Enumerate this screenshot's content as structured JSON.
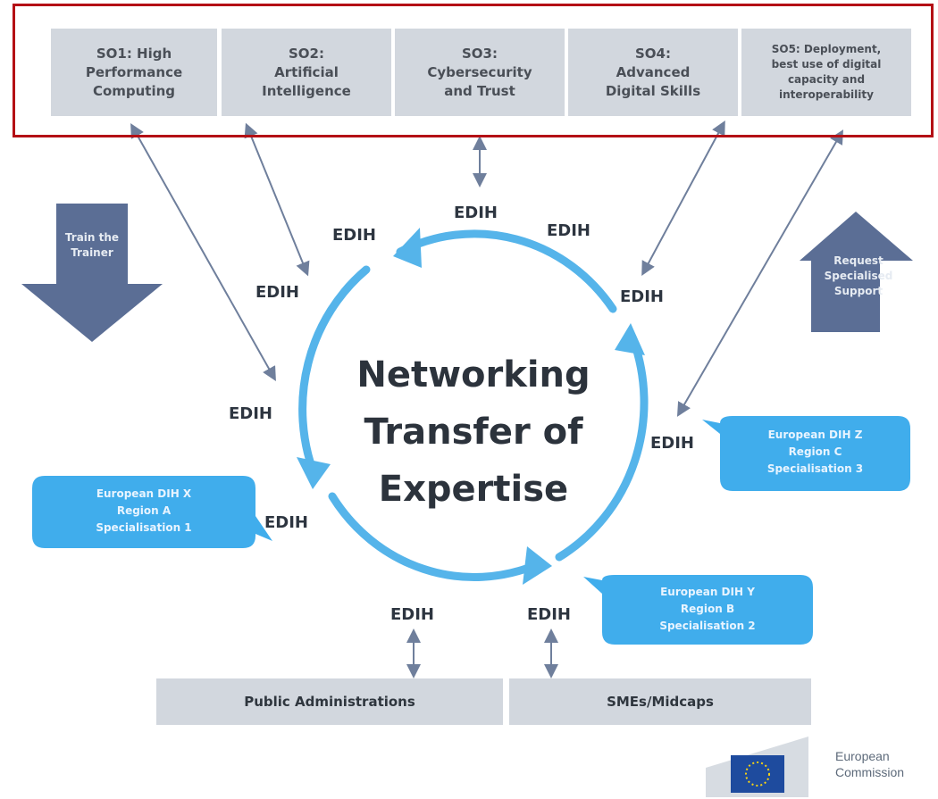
{
  "objectives": [
    {
      "label": "SO1: High\nPerformance\nComputing"
    },
    {
      "label": "SO2:\nArtificial\nIntelligence"
    },
    {
      "label": "SO3:\nCybersecurity\nand Trust"
    },
    {
      "label": "SO4:\nAdvanced\nDigital Skills"
    },
    {
      "label": "SO5: Deployment,\nbest use of digital\ncapacity and\ninteroperability"
    }
  ],
  "hub_label": "EDIH",
  "center_text": "Networking\nTransfer of\nExpertise",
  "train": "Train the\nTrainer",
  "request": "Request\nSpecialised\nSupport",
  "bubbles": {
    "x": "European DIH X\nRegion A\nSpecialisation 1",
    "y": "European DIH Y\nRegion B\nSpecialisation 2",
    "z": "European DIH Z\nRegion C\nSpecialisation 3"
  },
  "bottom": {
    "public": "Public Administrations",
    "smes": "SMEs/Midcaps"
  },
  "logo_text": "European\nCommission",
  "colors": {
    "cycle": "#55b4ea",
    "bubble": "#40adec",
    "box": "#d2d7de",
    "arrow": "#5b6e95",
    "highlight": "#b40f15"
  }
}
